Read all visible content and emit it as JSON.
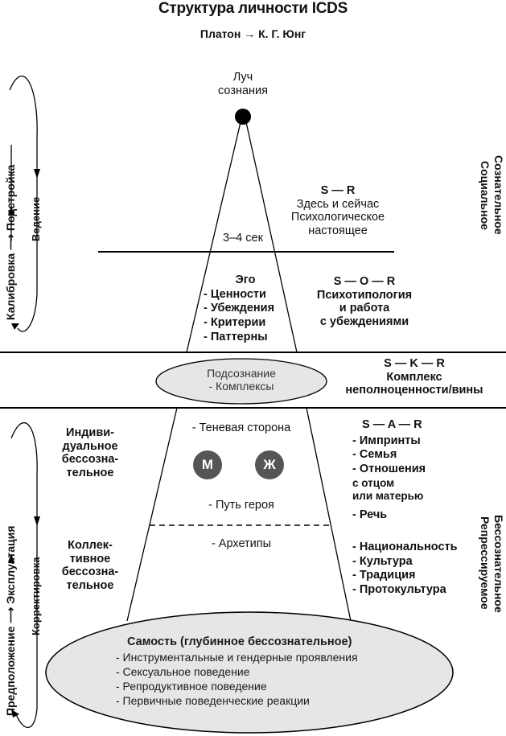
{
  "header": {
    "title": "Структура личности ICDS",
    "subtitle": "Платон → К. Г. Юнг"
  },
  "left_axis": {
    "upper": {
      "outer": "Калибровка ⟶ Подстройка",
      "inner": "Ведение"
    },
    "lower": {
      "outer": "Предположение ⟶ Эксплуатация",
      "inner": "Корректировка"
    }
  },
  "right_axis": {
    "upper": [
      "Сознательное",
      "Социальное"
    ],
    "lower": [
      "Бессознательное",
      "Репрессируемое"
    ]
  },
  "apex": {
    "label_line1": "Луч",
    "label_line2": "сознания"
  },
  "conscious": {
    "time_label": "3–4 сек",
    "formula": "S — R",
    "lines": [
      "Здесь и сейчас",
      "Психологическое",
      "настоящее"
    ]
  },
  "ego": {
    "title": "Эго",
    "items": [
      "- Ценности",
      "- Убеждения",
      "- Критерии",
      "- Паттерны"
    ],
    "formula": "S — O — R",
    "desc": [
      "Психотипология",
      "и работа",
      "с убеждениями"
    ]
  },
  "subconscious": {
    "ellipse_lines": [
      "Подсознание",
      "- Комплексы"
    ],
    "formula": "S — K — R",
    "desc": [
      "Комплекс",
      "неполноценности/вины"
    ]
  },
  "individual_unconscious": {
    "label": [
      "Индиви-",
      "дуальное",
      "бессозна-",
      "тельное"
    ],
    "shadow": "- Теневая сторона",
    "male": "М",
    "female": "Ж",
    "hero": "- Путь героя",
    "formula": "S — A — R",
    "items": [
      "- Импринты",
      "- Семья",
      "- Отношения",
      "с отцом",
      "или матерью",
      "- Речь"
    ]
  },
  "collective_unconscious": {
    "label": [
      "Коллек-",
      "тивное",
      "бессозна-",
      "тельное"
    ],
    "archetypes": "- Архетипы",
    "items": [
      "- Национальность",
      "- Культура",
      "- Традиция",
      "- Протокультура"
    ]
  },
  "self": {
    "title": "Самость (глубинное бессознательное)",
    "items": [
      "- Инструментальные и гендерные проявления",
      "- Сексуальное поведение",
      "- Репродуктивное поведение",
      "- Первичные поведенческие реакции"
    ]
  },
  "colors": {
    "ellipse_fill": "#e6e6e6",
    "gender_circle": "#555555",
    "line": "#000000"
  }
}
